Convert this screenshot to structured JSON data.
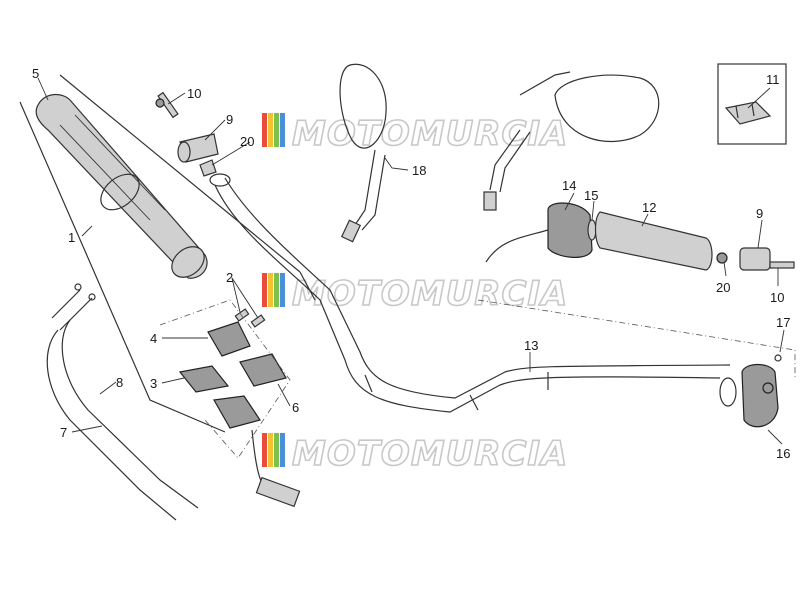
{
  "watermark": {
    "text": "MOTOMURCIA"
  },
  "callouts": {
    "p1": "1",
    "p2": "2",
    "p3": "3",
    "p4": "4",
    "p5": "5",
    "p6": "6",
    "p7": "7",
    "p8": "8",
    "p9a": "9",
    "p9b": "9",
    "p10a": "10",
    "p10b": "10",
    "p11": "11",
    "p12": "12",
    "p13": "13",
    "p14": "14",
    "p15": "15",
    "p16": "16",
    "p17": "17",
    "p18": "18",
    "p20a": "20",
    "p20b": "20"
  },
  "colors": {
    "line": "#333333",
    "part_fill": "#d0d0d0",
    "watermark_stroke": "#c8c8c8"
  }
}
